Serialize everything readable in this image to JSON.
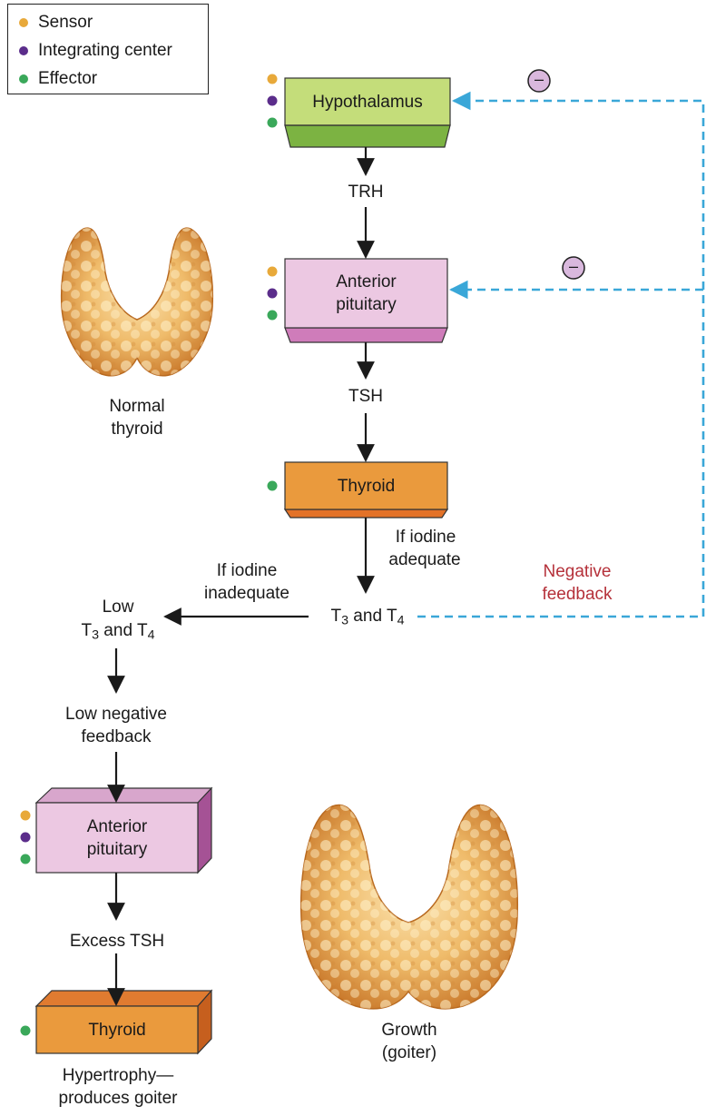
{
  "legend": {
    "sensor": "Sensor",
    "integrating": "Integrating center",
    "effector": "Effector"
  },
  "colors": {
    "sensor": "#e8a93a",
    "integrating": "#5b2d8b",
    "effector": "#3aa85a",
    "feedback": "#3aa7d8",
    "hypothalamus": "#c4dd7a",
    "pituitary": "#ecc8e2",
    "thyroid": "#ea9a3d"
  },
  "boxes": {
    "hypothalamus": "Hypothalamus",
    "anterior_pituitary": "Anterior\npituitary",
    "thyroid": "Thyroid",
    "anterior_pituitary_2": "Anterior\npituitary",
    "thyroid_2": "Thyroid"
  },
  "labels": {
    "trh": "TRH",
    "tsh": "TSH",
    "if_iodine_adequate_1": "If iodine",
    "if_iodine_adequate_2": "adequate",
    "if_iodine_inadequate_1": "If iodine",
    "if_iodine_inadequate_2": "inadequate",
    "t3_t4": {
      "t": "T",
      "three": "3",
      "and": " and T",
      "four": "4"
    },
    "low_1": "Low",
    "low_t3_t4": {
      "t": "T",
      "three": "3",
      "and": " and T",
      "four": "4"
    },
    "negative_feedback_1": "Negative",
    "negative_feedback_2": "feedback",
    "low_negative_feedback_1": "Low negative",
    "low_negative_feedback_2": "feedback",
    "excess_tsh": "Excess TSH",
    "hypertrophy_1": "Hypertrophy—",
    "hypertrophy_2": "produces goiter",
    "normal_thyroid_1": "Normal",
    "normal_thyroid_2": "thyroid",
    "growth_1": "Growth",
    "growth_2": "(goiter)",
    "minus_sign": "–"
  }
}
